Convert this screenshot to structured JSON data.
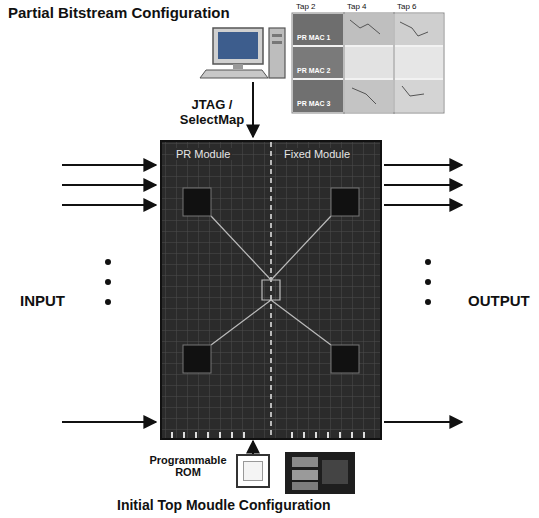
{
  "diagram": {
    "title": "Partial Bitstream Configuration",
    "caption": "Initial Top Moudle Configuration",
    "nodes": [
      {
        "text": [
          "PR Module",
          "Fixed Module"
        ]
      },
      {
        "text": [
          "Programmable ROM"
        ]
      }
    ],
    "edges": [
      {
        "from": 1,
        "to": 0,
        "arrow": "to"
      }
    ],
    "labels": [
      "JTAG / SelectMap",
      "Tap 2",
      "Tap 4",
      "Tap 6",
      "PR MAC 1",
      "PR MAC 2",
      "PR MAC 3",
      "INPUT",
      "OUTPUT"
    ]
  }
}
